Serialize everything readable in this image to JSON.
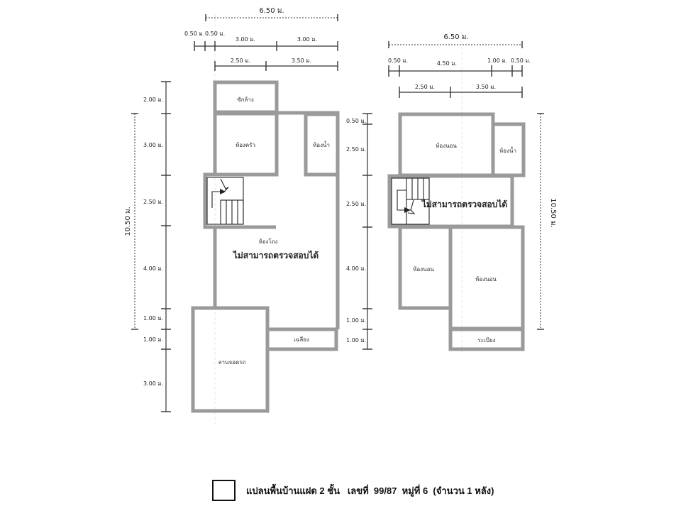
{
  "ground_floor": {
    "overall_width": "6.50 ม.",
    "top_dims": [
      "0.50 ม.",
      "0.50 ม.",
      "3.00 ม.",
      "3.00 ม."
    ],
    "second_dims": [
      "2.50 ม.",
      "3.50 ม."
    ],
    "side_dims": [
      "2.00 ม.",
      "3.00 ม.",
      "2.50 ม.",
      "4.00 ม.",
      "1.00 ม.",
      "1.00 ม.",
      "3.00 ม."
    ],
    "overall_depth": "10.50 ม.",
    "rooms": {
      "laundry": "ซักล้าง",
      "kitchen": "ห้องครัว",
      "bathroom": "ห้องน้ำ",
      "hall": "ห้องโถง",
      "terrace": "เฉลียง",
      "carport": "ลานจอดรถ"
    },
    "note": "ไม่สามารถตรวจสอบได้"
  },
  "upper_floor": {
    "overall_width": "6.50 ม.",
    "top_dims": [
      "0.50 ม.",
      "4.50 ม.",
      "1.00 ม.",
      "0.50 ม."
    ],
    "second_dims": [
      "2.50 ม.",
      "3.50 ม."
    ],
    "side_dims": [
      "0.50 ม.",
      "2.50 ม.",
      "2.50 ม.",
      "4.00 ม.",
      "1.00 ม.",
      "1.00 ม."
    ],
    "overall_depth": "10.50 ม.",
    "rooms": {
      "bedroom1": "ห้องนอน",
      "bathroom": "ห้องน้ำ",
      "bedroom2": "ห้องนอน",
      "bedroom3": "ห้องนอน",
      "balcony": "ระเบียง"
    },
    "note": "ไม่สามารถตรวจสอบได้"
  },
  "caption": "แปลนพื้นบ้านแฝด 2 ชั้น   เลขที่  99/87  หมู่ที่ 6  (จำนวน 1 หลัง)"
}
